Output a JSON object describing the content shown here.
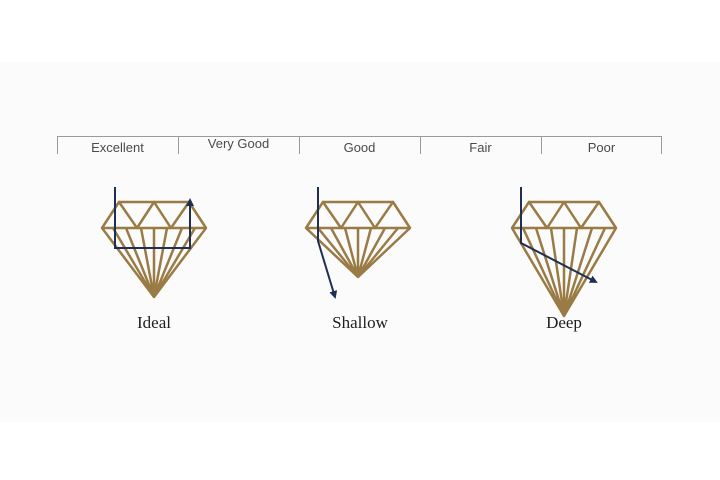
{
  "grade_scale": {
    "grades": [
      "Excellent",
      "Very Good",
      "Good",
      "Fair",
      "Poor"
    ]
  },
  "cuts": [
    {
      "label": "Ideal"
    },
    {
      "label": "Shallow"
    },
    {
      "label": "Deep"
    }
  ],
  "colors": {
    "diamond_outline": "#9a7b45",
    "light_path": "#1f2f54",
    "scale_line": "#9a9a9a",
    "grade_text": "#4a4a4a",
    "cut_text": "#1e1e1e"
  }
}
